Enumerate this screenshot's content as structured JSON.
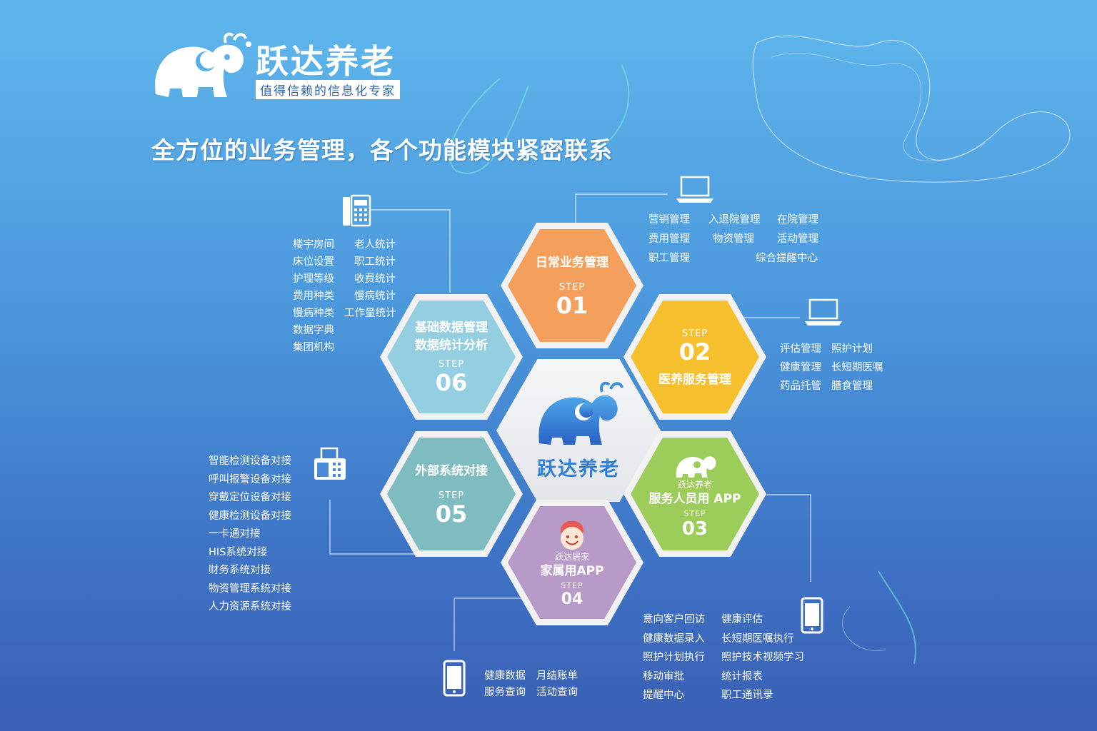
{
  "brand": {
    "name": "跃达养老",
    "slogan": "值得信赖的信息化专家"
  },
  "headline": "全方位的业务管理，各个功能模块紧密联系",
  "center": {
    "name": "跃达养老"
  },
  "modules": {
    "m01": {
      "title": "日常业务管理",
      "step": "STEP",
      "num": "01",
      "color": "#f4a05c"
    },
    "m02": {
      "title": "医养服务管理",
      "step": "STEP",
      "num": "02",
      "color": "#f5bf2e"
    },
    "m03": {
      "sub": "跃达养老",
      "title": "服务人员用 APP",
      "step": "STEP",
      "num": "03",
      "color": "#9ccc5a"
    },
    "m04": {
      "sub": "跃达居家",
      "title": "家属用APP",
      "step": "STEP",
      "num": "04",
      "color": "#b89ac8"
    },
    "m05": {
      "title": "外部系统对接",
      "step": "STEP",
      "num": "05",
      "color": "#7fbcbf"
    },
    "m06": {
      "title": "基础数据管理",
      "title2": "数据统计分析",
      "step": "STEP",
      "num": "06",
      "color": "#93cfe0"
    }
  },
  "lists": {
    "m01": [
      [
        "营销管理",
        "入退院管理",
        "在院管理"
      ],
      [
        "费用管理",
        "物资管理",
        "活动管理"
      ],
      [
        "职工管理",
        "",
        "综合提醒中心"
      ]
    ],
    "m02": [
      [
        "评估管理",
        "照护计划"
      ],
      [
        "健康管理",
        "长短期医嘱"
      ],
      [
        "药品托管",
        "膳食管理"
      ]
    ],
    "m03": [
      [
        "意向客户回访",
        "健康评估"
      ],
      [
        "健康数据录入",
        "长短期医嘱执行"
      ],
      [
        "照护计划执行",
        "照护技术视频学习"
      ],
      [
        "移动审批",
        "统计报表"
      ],
      [
        "提醒中心",
        "职工通讯录"
      ]
    ],
    "m04": [
      [
        "健康数据",
        "月结账单"
      ],
      [
        "服务查询",
        "活动查询"
      ]
    ],
    "m05": [
      "智能检测设备对接",
      "呼叫报警设备对接",
      "穿戴定位设备对接",
      "健康检测设备对接",
      "一卡通对接",
      "HIS系统对接",
      "财务系统对接",
      "物资管理系统对接",
      "人力资源系统对接"
    ],
    "m06": [
      [
        "楼宇房间",
        "老人统计"
      ],
      [
        "床位设置",
        "职工统计"
      ],
      [
        "护理等级",
        "收费统计"
      ],
      [
        "费用种类",
        "慢病统计"
      ],
      [
        "慢病种类",
        "工作量统计"
      ],
      [
        "数据字典",
        ""
      ],
      [
        "集团机构",
        ""
      ]
    ]
  }
}
